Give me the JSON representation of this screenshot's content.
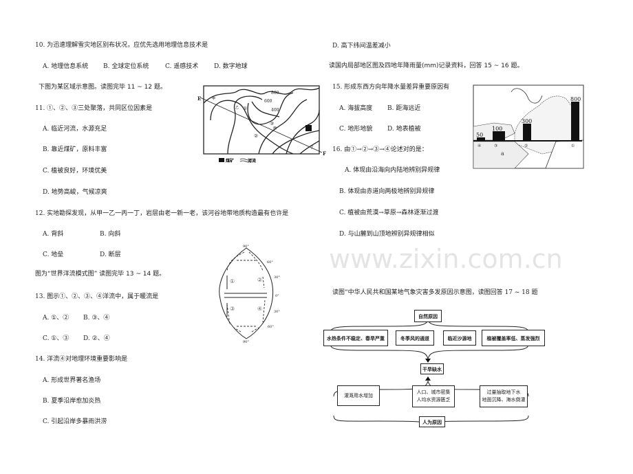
{
  "left": {
    "q10": "10. 为迅速理解雪灾地区别布状况，应优先选用地理信息技术是",
    "q10_opts": [
      "A. 地理信息系统",
      "B. 全球定位系统",
      "C. 遥感技术",
      "D. 数字地球"
    ],
    "intro_11_12": "下图为某区域示意图。读图完毕 11 ~ 12 题。",
    "q11": "11. ①、②、③三处聚落，共同区位因素是",
    "q11_opts": [
      "A. 临近河流，水源充足",
      "B. 靠近煤矿，原料丰富",
      "C. 植被良好，环境优美",
      "D. 地势高峻，气候凉爽"
    ],
    "q12": "12. 实地勘探发现，从甲一乙一丙一丁，岩层由老一新一老，该河谷地带地质构造最有也许是",
    "q12_opts": [
      "A. 背斜",
      "B. 向斜",
      "C. 地垒",
      "D. 断层"
    ],
    "intro_13_14": "图为“世界洋流模式图” 读图完毕 13 ~ 14 题。",
    "q13": "13. 图示①、②、③、④洋流中，属于暖流是",
    "q13_opts": [
      "A. ①、②",
      "B. ③、④",
      "C. ①、③",
      "D. ②、④"
    ],
    "q14": "14. 洋流④对地理环境重要影响是",
    "q14_opts": [
      "A. 形成世界著名渔场",
      "B. 夏季沿岸愈加炎热",
      "C. 引起沿岸多暴雨洪涝"
    ]
  },
  "right": {
    "q14_d": "D. 高下纬间温差减小",
    "intro_15_16": "读国内局部地区图及四地年降雨量(mm)记录资料，回答 15 ~ 16 题。",
    "q15": "15. 形成东西方向年降水量差异重要原因有",
    "q15_opts": [
      "A. 海拔高度",
      "B. 距海远近",
      "C. 地形地貌",
      "D. 地表植被"
    ],
    "q16": "16. 由①→②→③→④论述对的是：",
    "q16_opts": [
      "A. 体现由沿海向内陆地辨别异规律",
      "B. 体现由赤道向两极地辨别异规律",
      "C. 植被由荒漠→草原→森林逐渐过渡",
      "D. 与山麓到山顶地辨别异规律相似"
    ],
    "intro_17_18": "读图“中华人民共和国某地气象灾害多发原因示意图，读图回答 17 ~ 18 题"
  },
  "map1": {
    "E": "E",
    "F": "F",
    "jia": "甲",
    "yi": "乙",
    "bing": "丙",
    "ding": "丁",
    "c800": "800",
    "c600": "600",
    "c400": "400",
    "s1": "①",
    "s2": "②",
    "s3": "③",
    "legend_coal": "煤矿",
    "legend_river": "河流"
  },
  "ocean": {
    "lat90n": "90°",
    "lat60n": "60°",
    "lat30n": "30°",
    "lat0": "0°",
    "lat30s": "30°",
    "lat60s": "60°",
    "lat90s": "90°",
    "c1": "①",
    "c2": "②",
    "c3": "③",
    "c4": "④"
  },
  "rain": {
    "v": [
      "50",
      "100",
      "300",
      "800"
    ],
    "labels": [
      "④",
      "③",
      "②",
      "①"
    ],
    "a": "a"
  },
  "flow": {
    "natural": "自然原因",
    "n_items": [
      "水热条件不稳定、春旱严重",
      "冬季风的通道",
      "临近沙源地",
      "植被覆盖率低、蒸发强烈"
    ],
    "center": "干旱缺水",
    "h_items": [
      "灌溉用水增加",
      "人口、城市密集\n人均水资源匮乏",
      "过量抽取地下水\n地面沉降、海水倒灌"
    ],
    "human": "人为原因"
  },
  "watermark": "www.zixin.com.cn"
}
